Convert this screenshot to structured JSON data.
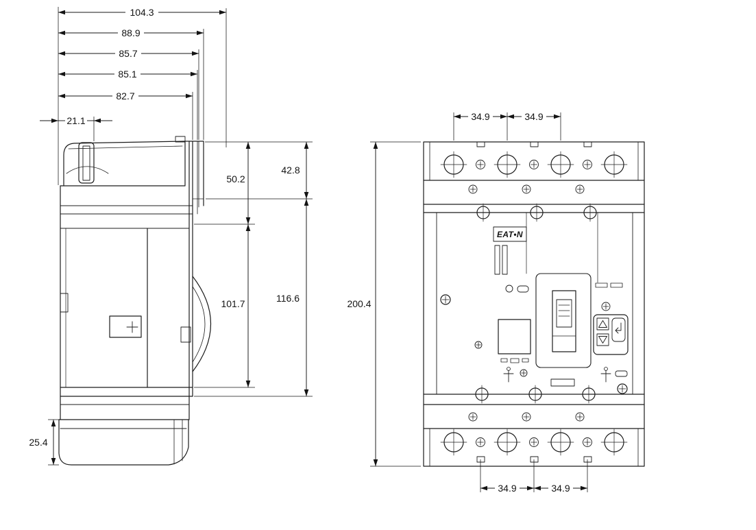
{
  "page": {
    "background_color": "#ffffff",
    "line_color": "#1a1a1a"
  },
  "drawing": {
    "brand": "EAT•N",
    "side_view": {
      "top_dims": [
        "104.3",
        "88.9",
        "85.7",
        "85.1",
        "82.7"
      ],
      "offset_dim": "21.1",
      "upper_front_height": "50.2",
      "upper_rear_height": "42.8",
      "lower_front_height": "101.7",
      "lower_rear_height": "116.6",
      "base_height": "25.4"
    },
    "front_view": {
      "overall_height": "200.4",
      "top_pole_pitch": [
        "34.9",
        "34.9"
      ],
      "bottom_pole_pitch": [
        "34.9",
        "34.9"
      ]
    }
  }
}
